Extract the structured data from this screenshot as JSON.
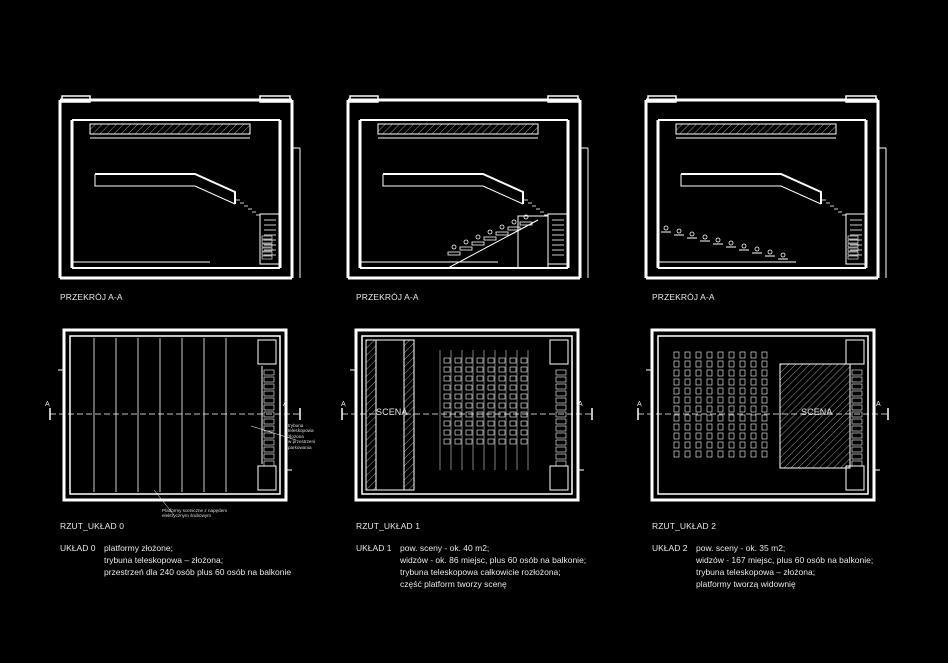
{
  "sections": [
    {
      "section_label": "PRZEKRÓJ A-A",
      "plan_label": "RZUT_UKŁAD 0",
      "stage_label": "",
      "layout_key": "UKŁAD 0",
      "description": [
        "platformy złożone;",
        "trybuna teleskopowa – złożona;",
        "przestrzeń dla 240 osób plus 60 osób na balkonie"
      ]
    },
    {
      "section_label": "PRZEKRÓJ A-A",
      "plan_label": "RZUT_UKŁAD 1",
      "stage_label": "SCENA",
      "layout_key": "UKŁAD 1",
      "description": [
        "pow. sceny - ok. 40 m2;",
        "widzów - ok. 86 miejsc, plus 60 osób na balkonie;",
        "trybuna teleskopowa całkowicie rozłożona;",
        "część platform tworzy scenę"
      ]
    },
    {
      "section_label": "PRZEKRÓJ A-A",
      "plan_label": "RZUT_UKŁAD 2",
      "stage_label": "SCENA",
      "layout_key": "UKŁAD 2",
      "description": [
        "pow. sceny - ok. 35 m2;",
        "widzów - 167 miejsc, plus 60 osób na balkonie;",
        "trybuna teleskopowa – złożona;",
        "platformy tworzą widownię"
      ]
    }
  ],
  "annotations": {
    "tribune_note": [
      "trybuna",
      "teleskopowa",
      "złożona",
      "w przestrzeni",
      "parkowania"
    ],
    "platform_note": [
      "Platformy sceniczne z napędem",
      "elektrycznym śrubowym"
    ],
    "section_marker": "A"
  },
  "colors": {
    "background": "#000000",
    "lines": "#ffffff",
    "text": "#e8e8e8"
  }
}
